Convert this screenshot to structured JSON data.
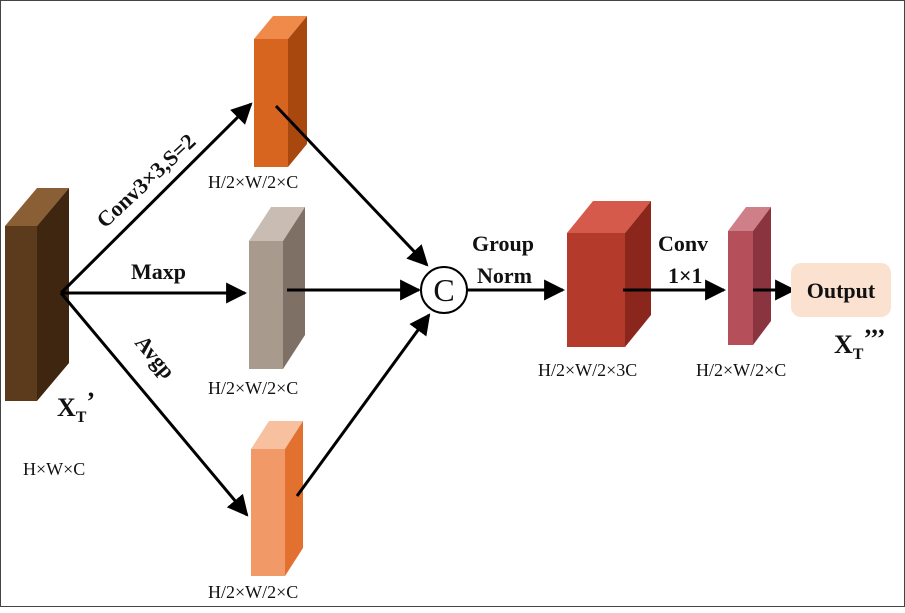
{
  "input": {
    "label": "X",
    "label_sub": "T",
    "label_prime": "’",
    "dims": "H×W×C"
  },
  "branches": [
    {
      "op_label": "Conv3×3,S=2",
      "dims": "H/2×W/2×C"
    },
    {
      "op_label": "Maxp",
      "dims": "H/2×W/2×C"
    },
    {
      "op_label": "Avgp",
      "dims": "H/2×W/2×C"
    }
  ],
  "concat": {
    "symbol": "C"
  },
  "group_norm": {
    "line1": "Group",
    "line2": "Norm",
    "dims": "H/2×W/2×3C"
  },
  "conv1x1": {
    "line1": "Conv",
    "line2": "1×1",
    "dims": "H/2×W/2×C"
  },
  "output": {
    "label": "Output",
    "var": "X",
    "var_sub": "T",
    "var_prime": "’’’"
  },
  "colors": {
    "input_front": "#5c3a1c",
    "input_side": "#3f2610",
    "input_top": "#8a5f35",
    "conv_front": "#d8651f",
    "conv_side": "#a8480f",
    "conv_top": "#f08a4a",
    "maxp_front": "#a99a8e",
    "maxp_side": "#7f7066",
    "maxp_top": "#c9bdb3",
    "avgp_front": "#f19a68",
    "avgp_side": "#e2702f",
    "avgp_top": "#f7c09e",
    "gn_front": "#b43a2c",
    "gn_side": "#8a261c",
    "gn_top": "#d65a4c",
    "c1_front": "#b5505a",
    "c1_side": "#8a3440",
    "c1_top": "#cf7f88",
    "output_bg": "#fbe1cf"
  }
}
